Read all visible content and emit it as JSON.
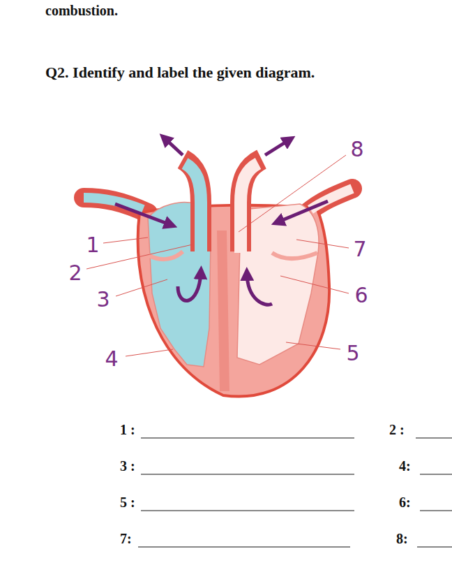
{
  "diagram": {
    "title": "Q2. Identify and label the given diagram.",
    "labels": [
      "combustion.",
      "1",
      "2",
      "3",
      "4",
      "5",
      "6",
      "7",
      "8",
      "1 :",
      "2 :",
      "3 :",
      "4:",
      "5 :",
      "6:",
      "7:",
      "8:"
    ]
  }
}
